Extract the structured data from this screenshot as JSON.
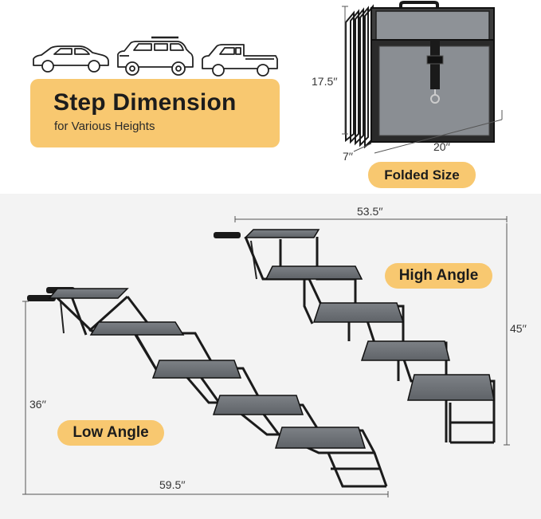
{
  "header": {
    "title": "Step Dimension",
    "subtitle": "for Various Heights"
  },
  "vehicles": [
    "sedan-icon",
    "suv-icon",
    "pickup-truck-icon"
  ],
  "folded": {
    "label": "Folded Size",
    "height": "17.5′′",
    "depth": "7′′",
    "width": "20′′"
  },
  "high_angle": {
    "label": "High Angle",
    "length": "53.5′′",
    "height": "45′′"
  },
  "low_angle": {
    "label": "Low Angle",
    "length": "59.5′′",
    "height": "36′′"
  },
  "colors": {
    "accent": "#f8c870",
    "frame": "#1e1e1e",
    "carpet": "#6f7378",
    "dimension_line": "#555555"
  }
}
